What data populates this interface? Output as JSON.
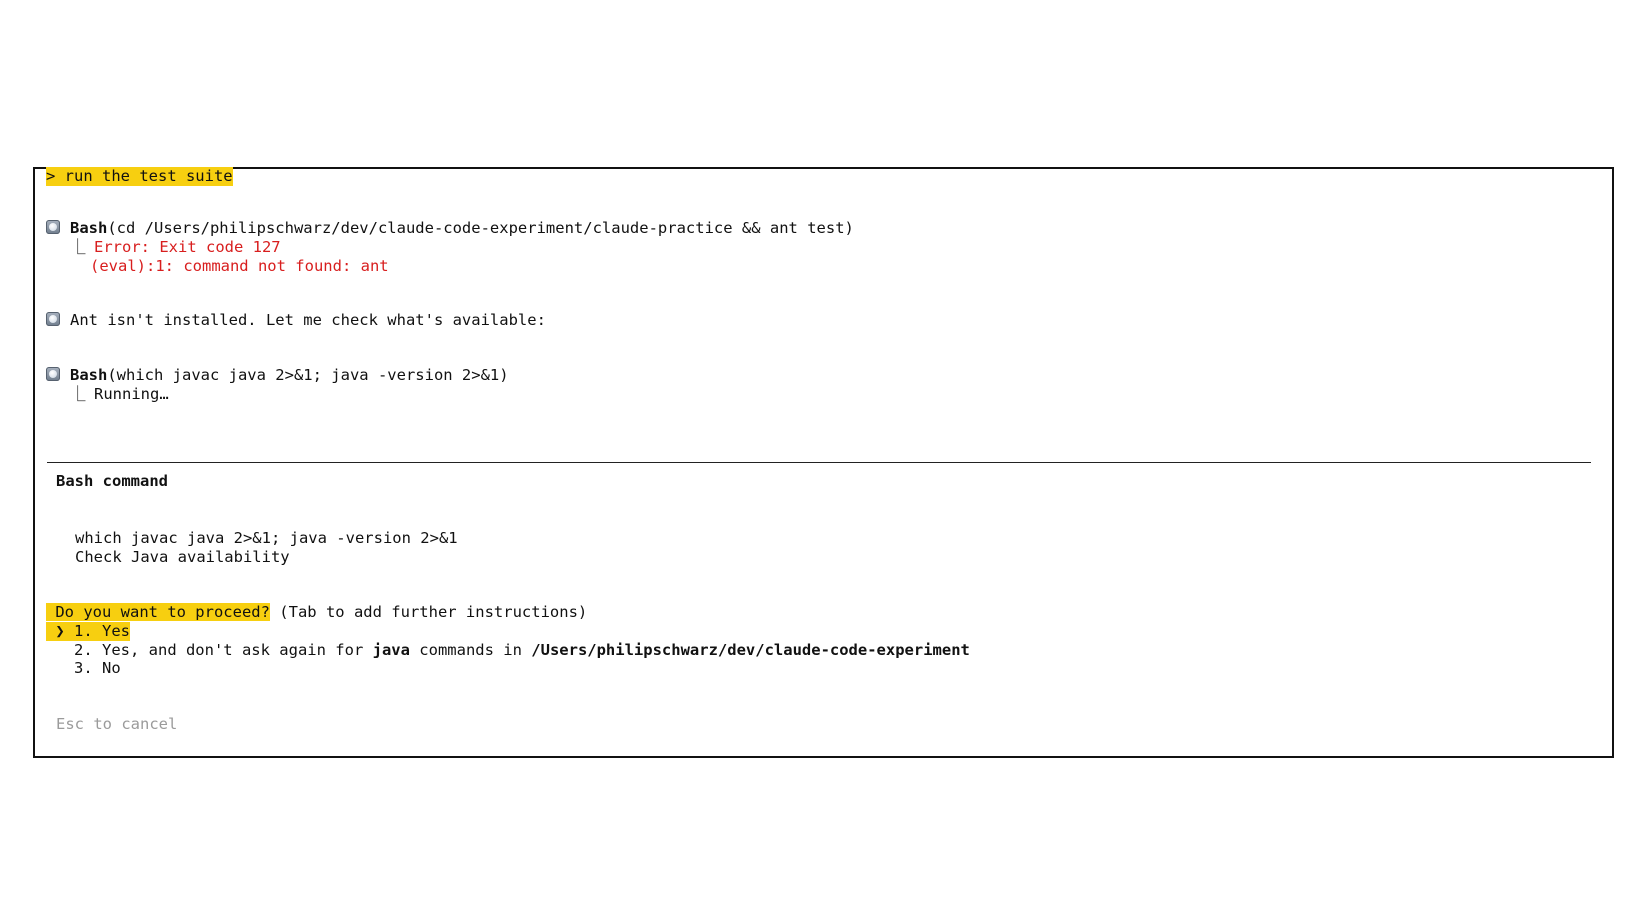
{
  "prompt": {
    "text": "> run the test suite"
  },
  "steps": [
    {
      "tool": "Bash",
      "args": "(cd /Users/philipschwarz/dev/claude-code-experiment/claude-practice && ant test)",
      "result_marker": "⎿",
      "result_lines": [
        "Error: Exit code 127",
        "(eval):1: command not found: ant"
      ]
    },
    {
      "message": "Ant isn't installed. Let me check what's available:"
    },
    {
      "tool": "Bash",
      "args": "(which javac java 2>&1; java -version 2>&1)",
      "result_marker": "⎿",
      "result_lines": [
        "Running…"
      ]
    }
  ],
  "permission": {
    "title": "Bash command",
    "command": "which javac java 2>&1; java -version 2>&1",
    "description": "Check Java availability",
    "question": " Do you want to proceed?",
    "hint": " (Tab to add further instructions)",
    "options": [
      {
        "label": " ❯ 1. Yes"
      },
      {
        "prefix": "   2. Yes, and don't ask again for ",
        "bold1": "java",
        "mid": " commands in ",
        "bold2": "/Users/philipschwarz/dev/claude-code-experiment"
      },
      {
        "label": "   3. No"
      }
    ],
    "cancel_hint": "Esc to cancel"
  },
  "colors": {
    "highlight": "#f7cf10",
    "error": "#d81e1e",
    "dim": "#9b9b9b",
    "border": "#111111"
  }
}
